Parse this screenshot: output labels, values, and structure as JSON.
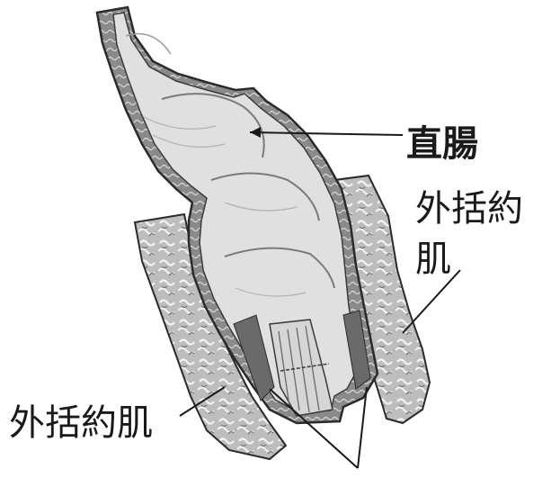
{
  "labels": {
    "rectum": "直腸",
    "external_sphincter_right_line1": "外括約",
    "external_sphincter_right_line2": "肌",
    "external_sphincter_left": "外括約肌"
  },
  "colors": {
    "tissue_fill": "#e0e0e0",
    "tissue_shade": "#c9c9c9",
    "outline": "#2a2a2a",
    "wall_dark": "#5a5a5a",
    "muscle_fill": "#bdbdbd",
    "muscle_texture": "#f4f4f4",
    "text": "#1a1a1a"
  },
  "icons": {
    "illustration": "rectum-anatomy-illustration"
  }
}
